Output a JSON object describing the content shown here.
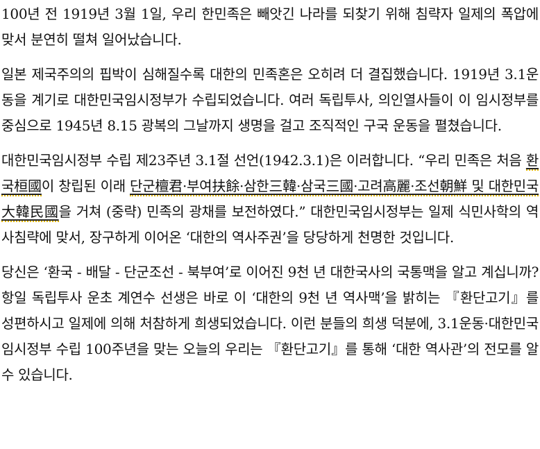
{
  "document": {
    "paragraphs": [
      {
        "text": "100년 전 1919년 3월 1일, 우리 한민족은 빼앗긴 나라를 되찾기 위해 침략자 일제의 폭압에 맞서 분연히 떨쳐 일어났습니다."
      },
      {
        "text": "일본 제국주의의 핍박이 심해질수록 대한의 민족혼은 오히려 더 결집했습니다. 1919년 3.1운동을 계기로 대한민국임시정부가 수립되었습니다. 여러 독립투사, 의인열사들이 이 임시정부를 중심으로 1945년 8.15 광복의 그날까지 생명을 걸고 조직적인 구국 운동을 펼쳤습니다."
      },
      {
        "segments": {
          "before": "대한민국임시정부 수립 제23주년 3.1절 선언(1942.3.1)은 이러합니다. “우리 민족은 처음 ",
          "underlined_1": "환국桓國",
          "mid": "이 창립된 이래 ",
          "underlined_2": "단군檀君·부여扶餘·삼한三韓·삼국三國·고려高麗·조선朝鮮 및 대한민국大韓民國",
          "after": "을 거쳐 (중략) 민족의 광채를 보전하였다.” 대한민국임시정부는 일제 식민사학의 역사침략에 맞서, 장구하게 이어온 ‘대한의 역사주권’을 당당하게 천명한 것입니다."
        }
      },
      {
        "text": "당신은 ‘환국 - 배달 - 단군조선 - 북부여’로 이어진 9천 년 대한국사의 국통맥을 알고 계십니까? 항일 독립투사 운초 계연수 선생은 바로 이 ‘대한의 9천 년 역사맥’을 밝히는 『환단고기』를 성편하시고 일제에 의해 처참하게 희생되었습니다. 이런 분들의 희생 덕분에, 3.1운동·대한민국임시정부 수립 100주년을 맞는 오늘의 우리는 『환단고기』를 통해 ‘대한 역사관’의 전모를 알 수 있습니다."
      }
    ],
    "colors": {
      "text": "#111111",
      "background": "#ffffff",
      "underline_dotted": "#e0b400"
    }
  }
}
